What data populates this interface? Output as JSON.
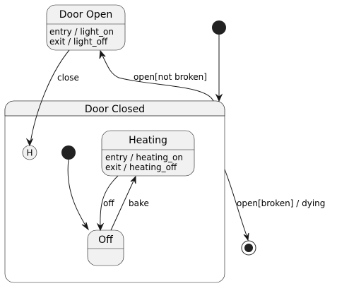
{
  "diagram": {
    "states": {
      "door_open": {
        "title": "Door Open",
        "entry": "entry / light_on",
        "exit": "exit / light_off"
      },
      "door_closed": {
        "title": "Door Closed"
      },
      "heating": {
        "title": "Heating",
        "entry": "entry / heating_on",
        "exit": "exit / heating_off"
      },
      "off": {
        "title": "Off"
      },
      "history": {
        "label": "H"
      }
    },
    "transitions": {
      "close": "close",
      "open_not_broken": "open[not broken]",
      "open_broken": "open[broken] / dying",
      "off": "off",
      "bake": "bake"
    }
  }
}
